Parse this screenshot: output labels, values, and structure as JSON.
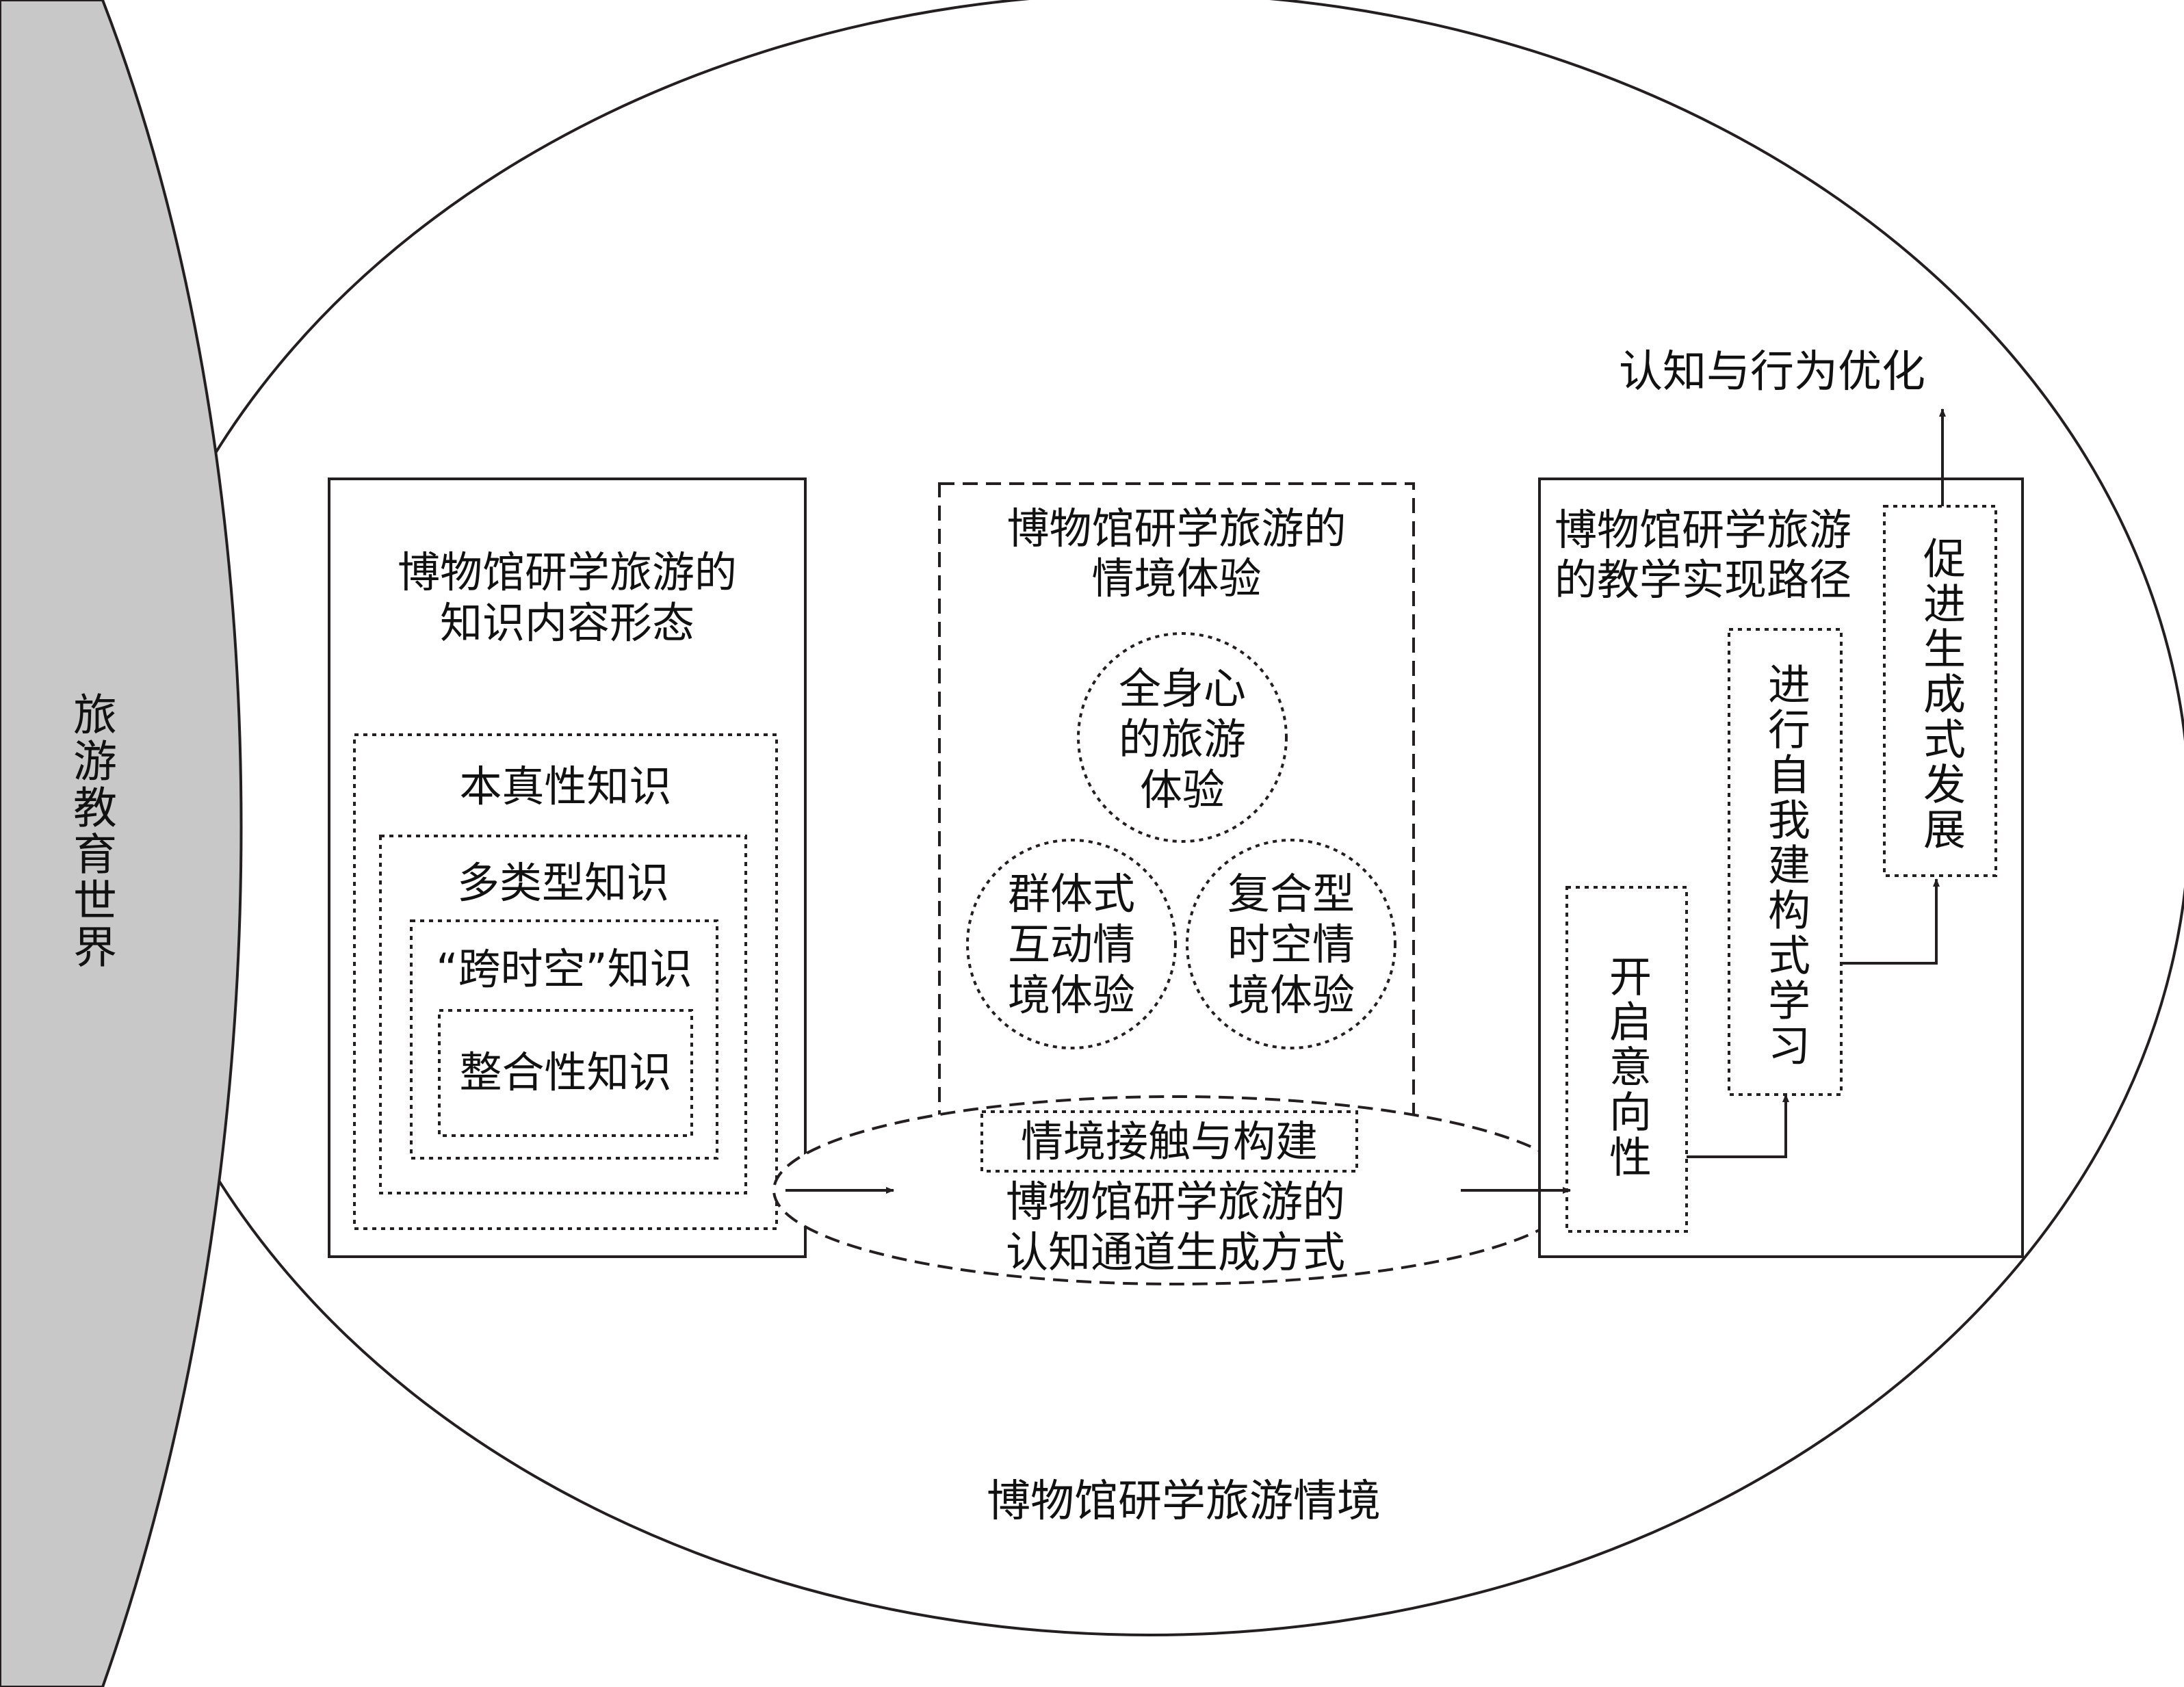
{
  "world": {
    "label": "旅游教育世界"
  },
  "context": {
    "label": "博物馆研学旅游情境"
  },
  "left_box": {
    "title_line1": "博物馆研学旅游的",
    "title_line2": "知识内容形态",
    "levels": [
      "本真性知识",
      "多类型知识",
      "“跨时空”知识",
      "整合性知识"
    ]
  },
  "middle_box": {
    "title_line1": "博物馆研学旅游的",
    "title_line2": "情境体验",
    "circles": [
      {
        "lines": [
          "全身心",
          "的旅游",
          "体验"
        ]
      },
      {
        "lines": [
          "群体式",
          "互动情",
          "境体验"
        ]
      },
      {
        "lines": [
          "复合型",
          "时空情",
          "境体验"
        ]
      }
    ]
  },
  "center_ellipse": {
    "tag": "情境接触与构建",
    "line1": "博物馆研学旅游的",
    "line2": "认知通道生成方式"
  },
  "right_box": {
    "title_line1": "博物馆研学旅游",
    "title_line2": "的教学实现路径",
    "steps": [
      "开启意向性",
      "进行自我建构式学习",
      "促进生成式发展"
    ]
  },
  "outcome": {
    "label": "认知与行为优化"
  },
  "colors": {
    "world_fill": "#c8c8c9",
    "stroke": "#231f20",
    "background": "#ffffff"
  }
}
